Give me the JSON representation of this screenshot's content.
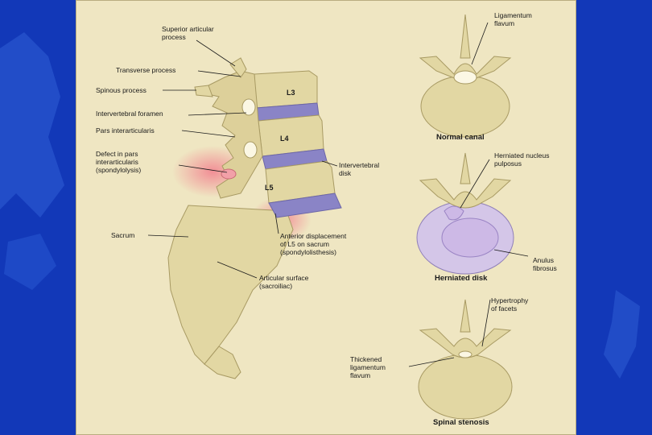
{
  "colors": {
    "background": "#1238b8",
    "panel": "#efe6c2",
    "bone": "#e2d7a3",
    "disk": "#8a84c6",
    "highlight": "#f2a0a8",
    "herniation": "#cdb9e6"
  },
  "vertebra_labels": {
    "l3": "L3",
    "l4": "L4",
    "l5": "L5"
  },
  "left_labels": {
    "superior_articular": "Superior articular\nprocess",
    "transverse": "Transverse process",
    "spinous": "Spinous process",
    "foramen": "Intervertebral foramen",
    "pars": "Pars interarticularis",
    "defect": "Defect in pars\ninterarticularis\n(spondylolysis)",
    "intervertebral_disk": "Intervertebral\ndisk",
    "sacrum": "Sacrum",
    "anterior_displacement": "Anterior displacement\nof L5 on sacrum\n(spondylolisthesis)",
    "articular_surface": "Articular surface\n(sacroiliac)"
  },
  "right_labels": {
    "ligamentum_flavum": "Ligamentum\nflavum",
    "normal_canal": "Normal canal",
    "herniated_nucleus": "Herniated nucleus\npulposus",
    "anulus": "Anulus\nfibrosus",
    "herniated_disk": "Herniated disk",
    "hypertrophy": "Hypertrophy\nof facets",
    "thickened": "Thickened\nligamentum\nflavum",
    "spinal_stenosis": "Spinal stenosis"
  }
}
